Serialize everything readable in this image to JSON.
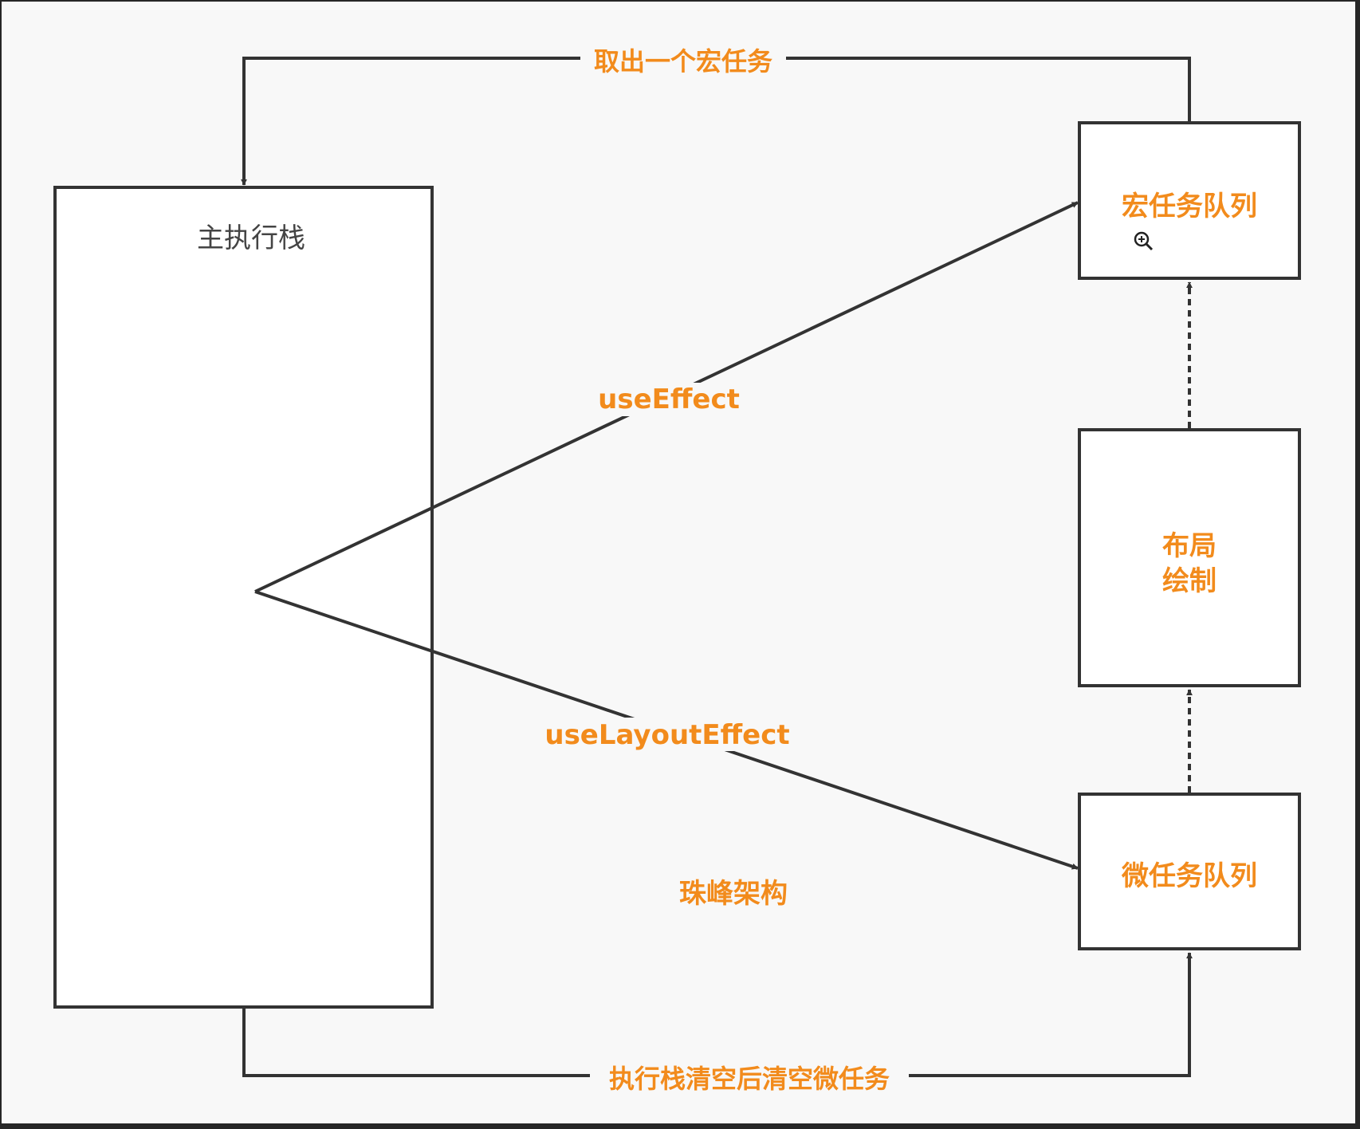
{
  "colors": {
    "background": "#f8f8f8",
    "node_fill": "#ffffff",
    "stroke": "#333333",
    "accent": "#f28b1c",
    "dark_text": "#444444"
  },
  "nodes": {
    "main_stack": "主执行栈",
    "macro_queue": "宏任务队列",
    "layout_paint_line1": "布局",
    "layout_paint_line2": "绘制",
    "micro_queue": "微任务队列"
  },
  "edges": {
    "take_macro": "取出一个宏任务",
    "use_effect": "useEffect",
    "use_layout_effect": "useLayoutEffect",
    "clear_micro": "执行栈清空后清空微任务"
  },
  "watermark": "珠峰架构",
  "icons": {
    "zoom": "zoom-in-icon"
  }
}
